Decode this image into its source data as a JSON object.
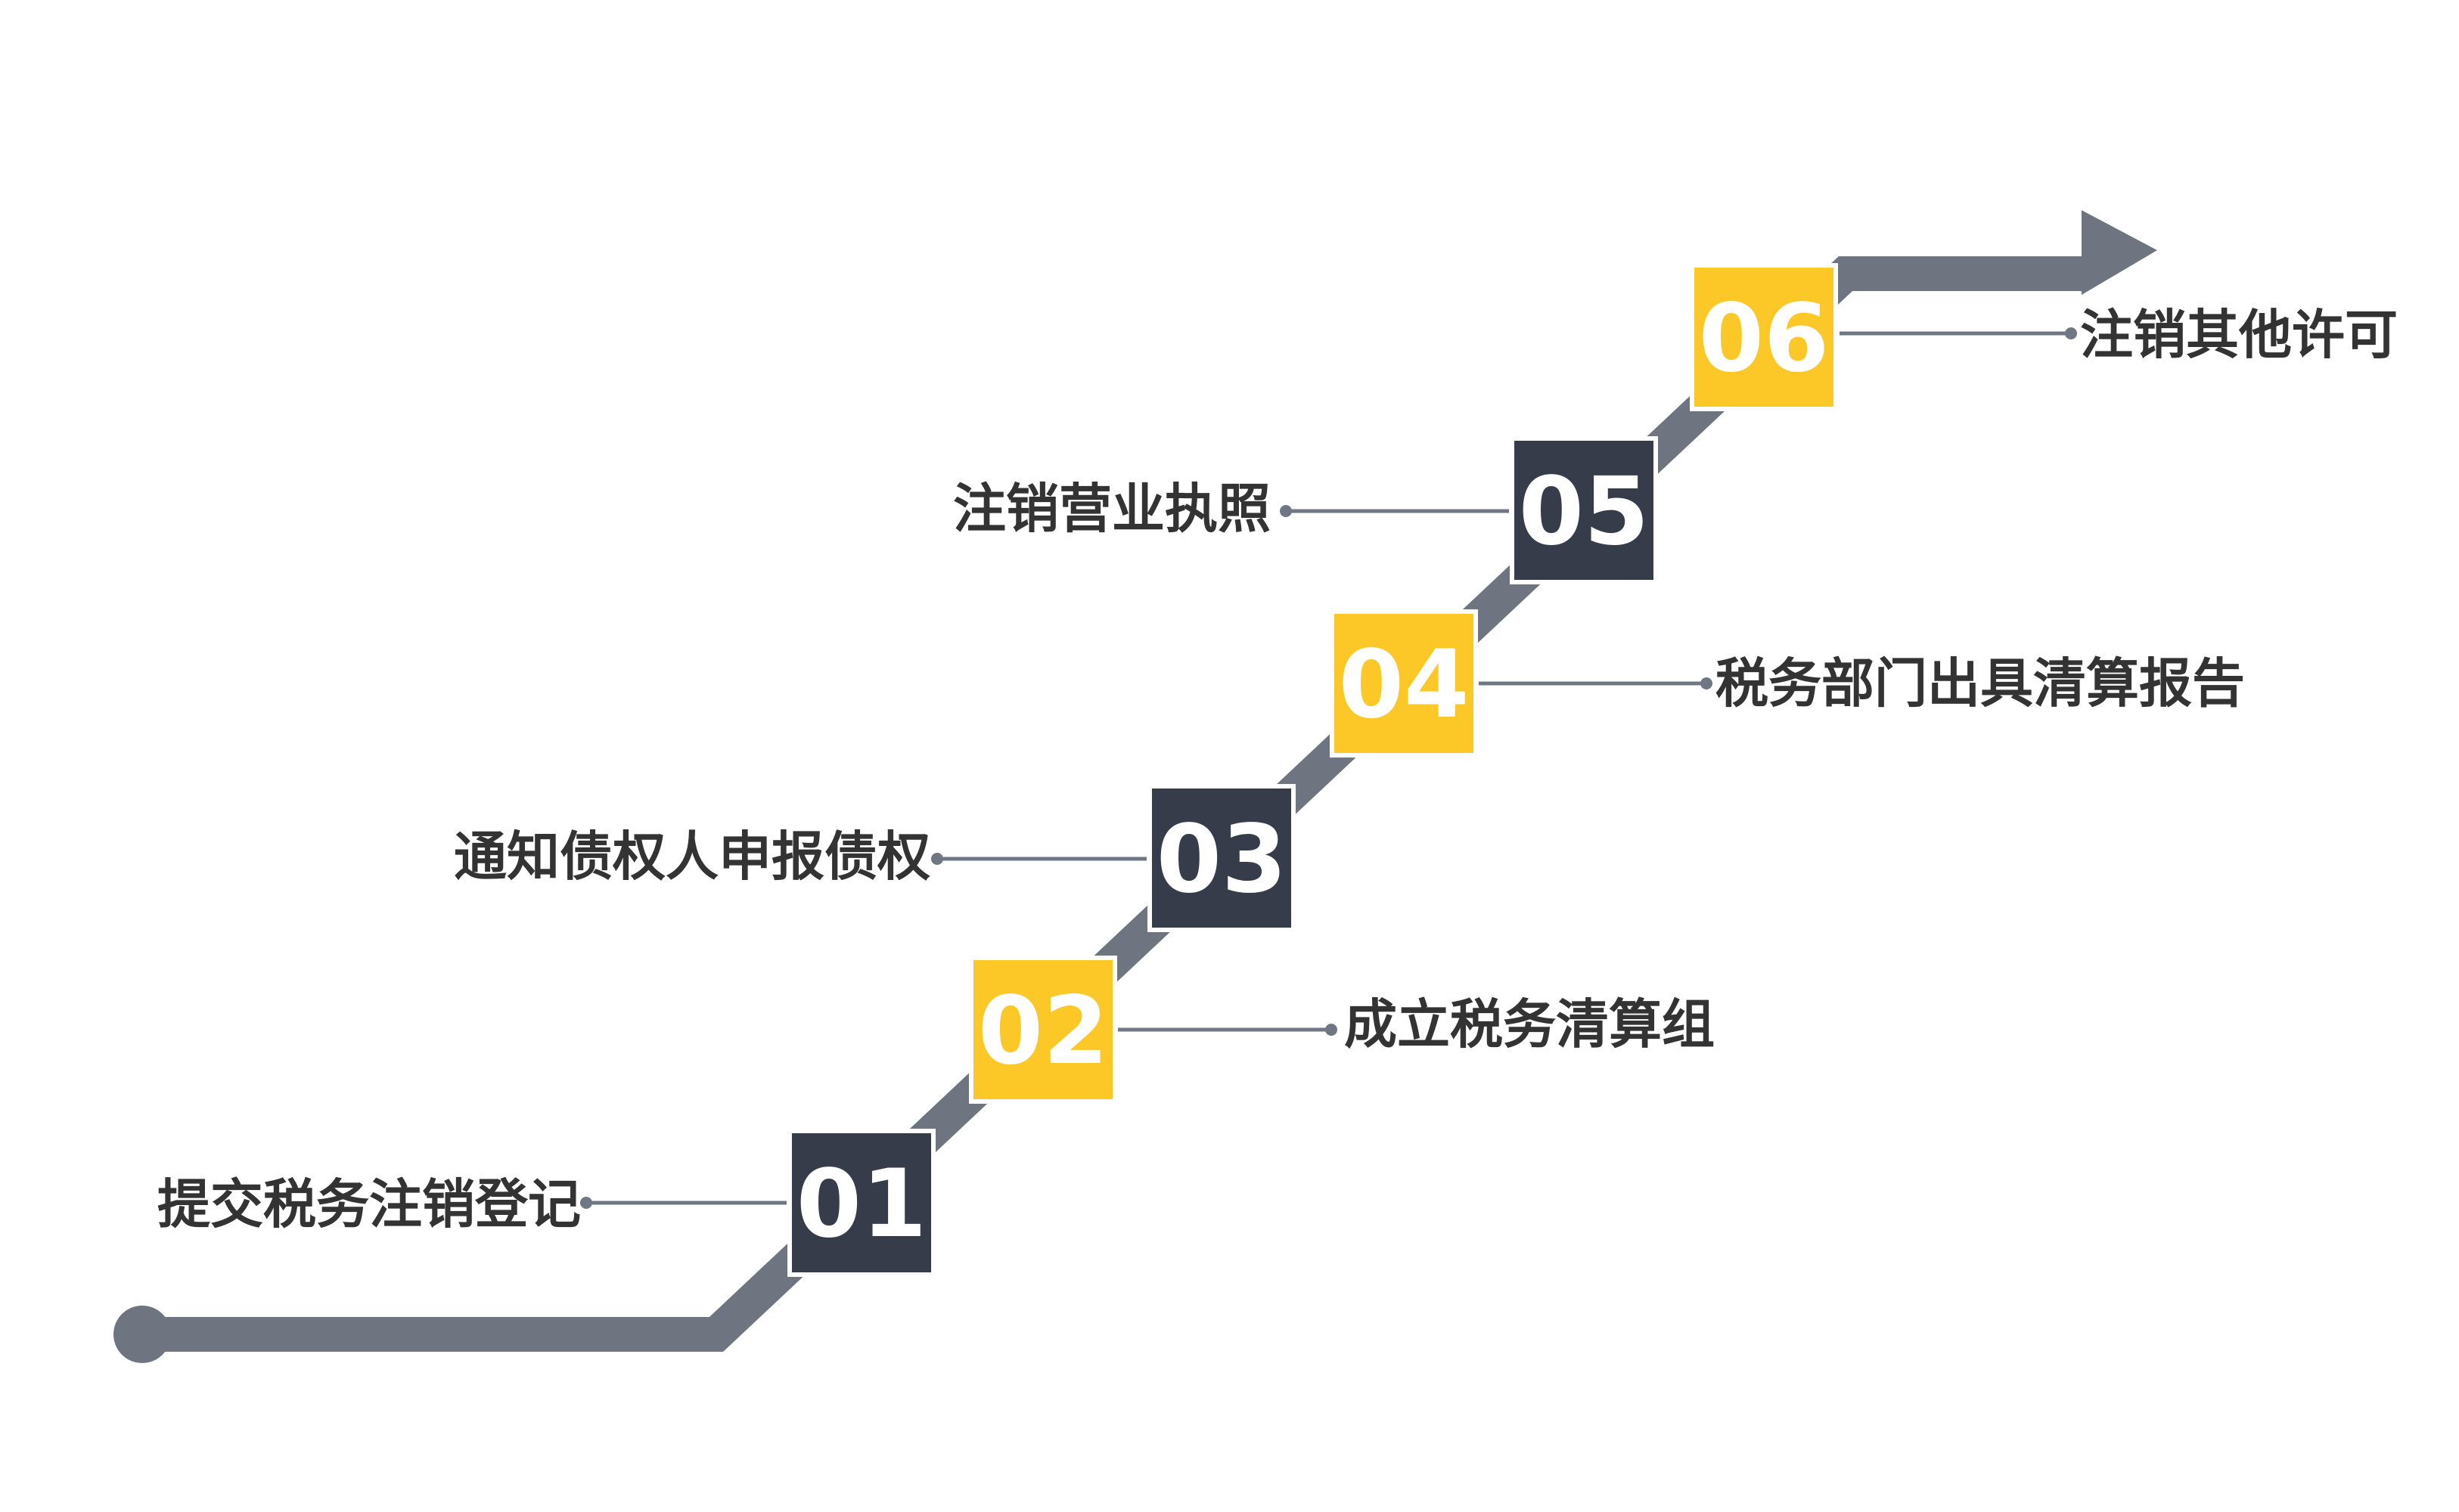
{
  "colors": {
    "path": "#6e7581",
    "yellow": "#fbc827",
    "dark": "#363c4a",
    "number_on_yellow": "#ffffff",
    "number_on_dark": "#ffffff",
    "label": "#333333",
    "connector": "#707784",
    "box_border": "#ffffff"
  },
  "steps": [
    {
      "number": "01",
      "label": "提交税务注销登记",
      "style": "dark",
      "label_side": "left"
    },
    {
      "number": "02",
      "label": "成立税务清算组",
      "style": "yellow",
      "label_side": "right"
    },
    {
      "number": "03",
      "label": "通知债权人申报债权",
      "style": "dark",
      "label_side": "left"
    },
    {
      "number": "04",
      "label": "税务部门出具清算报告",
      "style": "yellow",
      "label_side": "right"
    },
    {
      "number": "05",
      "label": "注销营业执照",
      "style": "dark",
      "label_side": "left"
    },
    {
      "number": "06",
      "label": "注销其他许可",
      "style": "yellow",
      "label_side": "right"
    }
  ]
}
